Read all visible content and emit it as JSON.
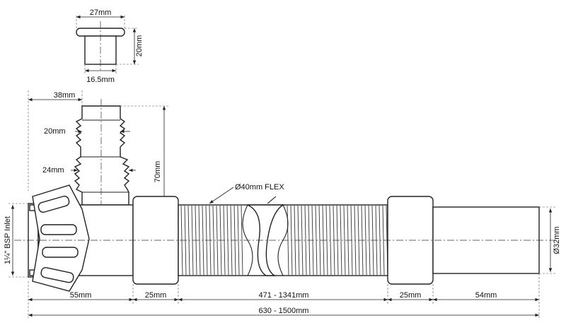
{
  "labels": {
    "cap_width": "27mm",
    "cap_height": "20mm",
    "cap_inner": "16.5mm",
    "spigot_offset": "38mm",
    "spigot_20": "20mm",
    "spigot_24": "24mm",
    "spigot_height": "70mm",
    "flex": "Ø40mm FLEX",
    "inlet": "1¼\" BSP Inlet",
    "outlet": "Ø32mm",
    "seg_55": "55mm",
    "seg_25a": "25mm",
    "seg_flex": "471 - 1341mm",
    "seg_25b": "25mm",
    "seg_54": "54mm",
    "total": "630 - 1500mm"
  },
  "colors": {
    "line": "#222222",
    "background": "#ffffff"
  }
}
